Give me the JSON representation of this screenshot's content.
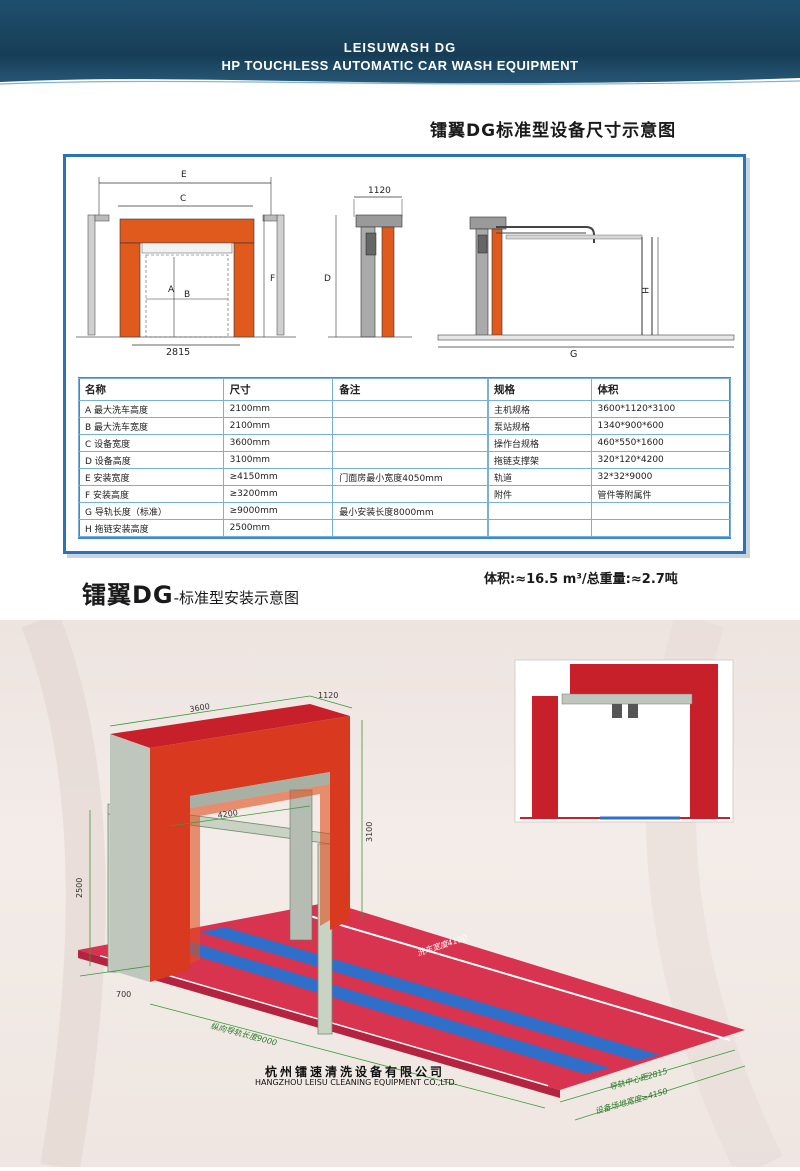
{
  "header": {
    "line1": "LEISUWASH DG",
    "line2": "HP TOUCHLESS AUTOMATIC CAR WASH EQUIPMENT"
  },
  "dimension_section": {
    "title": "镭翼DG标准型设备尺寸示意图",
    "front_view_labels": {
      "e": "E",
      "c": "C",
      "a": "A",
      "b": "B",
      "f": "F",
      "width": "2815"
    },
    "side_view_labels": {
      "top": "1120",
      "d": "D"
    },
    "rail_view_labels": {
      "h": "H",
      "g": "G"
    }
  },
  "spec_table": {
    "headers": [
      "名称",
      "尺寸",
      "备注"
    ],
    "rows": [
      [
        "A 最大洗车高度",
        "2100mm",
        ""
      ],
      [
        "B 最大洗车宽度",
        "2100mm",
        ""
      ],
      [
        "C 设备宽度",
        "3600mm",
        ""
      ],
      [
        "D 设备高度",
        "3100mm",
        ""
      ],
      [
        "E 安装宽度",
        "≥4150mm",
        "门面房最小宽度4050mm"
      ],
      [
        "F 安装高度",
        "≥3200mm",
        ""
      ],
      [
        "G 导轨长度（标准）",
        "≥9000mm",
        "最小安装长度8000mm"
      ],
      [
        "H 拖链安装高度",
        "2500mm",
        ""
      ]
    ]
  },
  "volume_table": {
    "headers": [
      "规格",
      "体积"
    ],
    "rows": [
      [
        "主机规格",
        "3600*1120*3100"
      ],
      [
        "泵站规格",
        "1340*900*600"
      ],
      [
        "操作台规格",
        "460*550*1600"
      ],
      [
        "拖链支撑架",
        "320*120*4200"
      ],
      [
        "轨道",
        "32*32*9000"
      ],
      [
        "附件",
        "管件等附属件"
      ],
      [
        "",
        ""
      ],
      [
        "",
        ""
      ]
    ]
  },
  "volume_summary": "体积:≈16.5 m³/总重量:≈2.7吨",
  "install_section": {
    "title_big": "镭翼DG",
    "title_small": "-标准型安装示意图",
    "labels": {
      "d3600": "3600",
      "d1120": "1120",
      "d4200": "4200",
      "d3100": "3100",
      "d2500": "2500",
      "d700": "700",
      "rail_length": "纵向导轨长度9000",
      "wash_width": "洗车宽度4100",
      "rail_center": "导轨中心距2815",
      "site_width": "设备场地宽度≥4150"
    },
    "company_cn": "杭州镭速清洗设备有限公司",
    "company_en": "HANGZHOU LEISU CLEANING EQUIPMENT CO.,LTD."
  },
  "colors": {
    "header": "#1f4f6e",
    "frame_border": "#2b73b8",
    "machine_orange": "#e05a1e",
    "machine_red": "#c8202a",
    "floor_red": "#d8344f",
    "floor_blue": "#2f6fc9"
  }
}
